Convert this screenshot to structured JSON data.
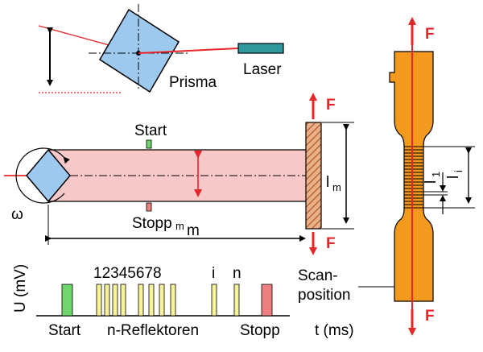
{
  "labels": {
    "laser": "Laser",
    "prisma": "Prisma",
    "start_top": "Start",
    "stopp_bottom": "Stopp",
    "m_sub": "m",
    "m_len": "m",
    "l_m": "l",
    "l_m_sub": "m",
    "omega": "ω",
    "force": "F",
    "y_axis": "U (mV)",
    "x_start": "Start",
    "x_reflektoren": "n-Reflektoren",
    "x_stopp": "Stopp",
    "x_axis": "t (ms)",
    "reflector_numbers": "12345678",
    "pulse_i": "i",
    "pulse_n": "n",
    "scan_line1": "Scan-",
    "scan_line2": "position",
    "l_i": "l",
    "l_i_sub": "i",
    "l_1": "l",
    "l_1_sub": "1"
  },
  "colors": {
    "red": "#e8262a",
    "prism_fill": "#9ec9ee",
    "beam_fill": "#f8c7c7",
    "laser_fill": "#2f9a9e",
    "green": "#6fd66c",
    "yellow": "#f6f39a",
    "stop_pulse": "#ee7f7f",
    "specimen": "#f39a1e",
    "hatch": "#b05a2a"
  }
}
